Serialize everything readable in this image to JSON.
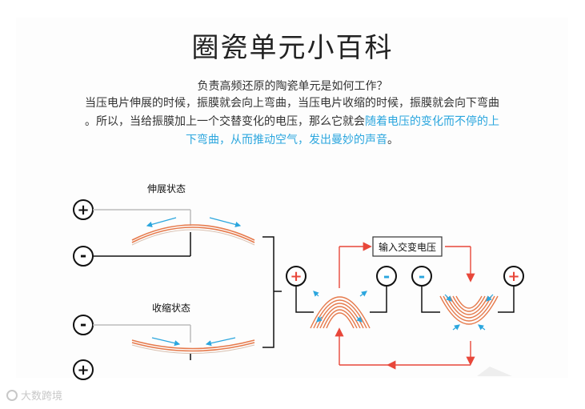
{
  "title": "圈瓷单元小百科",
  "question": "负责高频还原的陶瓷单元是如何工作？",
  "paragraph": {
    "line1": "当压电片伸展的时候，振膜就会向上弯曲，当压电片收缩的时候，振膜就会向下弯曲",
    "line2_normal": "。所以，当给振膜加上一个交替变化的电压，那么它就会",
    "line2_highlight": "随着电压的变化而不停的上",
    "line3_highlight": "下弯曲，从而推动空气，发出曼妙的声音",
    "line3_end": "。"
  },
  "diagram": {
    "label_extend": "伸展状态",
    "label_contract": "收缩状态",
    "label_input": "输入交变电压",
    "plus": "+",
    "minus": "-"
  },
  "colors": {
    "accent_blue": "#2ba6de",
    "red": "#e8473a",
    "film_orange": "#e67a4c"
  },
  "watermark": "大数跨境"
}
